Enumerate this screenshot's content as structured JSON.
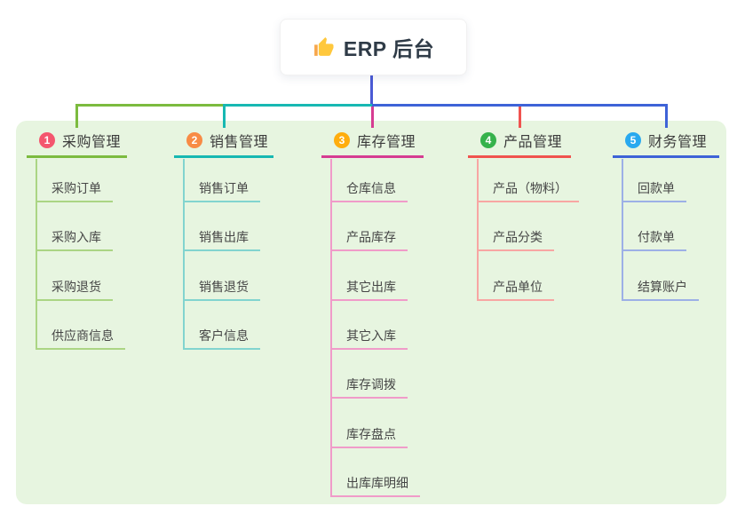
{
  "root": {
    "title": "ERP 后台",
    "icon": "thumbs-up-icon"
  },
  "branches": [
    {
      "badge": "1",
      "label": "采购管理",
      "badge_color": "#F4566E",
      "line_color": "#7CBB3F",
      "light_color": "#ABD584",
      "children": [
        "采购订单",
        "采购入库",
        "采购退货",
        "供应商信息"
      ]
    },
    {
      "badge": "2",
      "label": "销售管理",
      "badge_color": "#F88B45",
      "line_color": "#17B8B2",
      "light_color": "#82D4CF",
      "children": [
        "销售订单",
        "销售出库",
        "销售退货",
        "客户信息"
      ]
    },
    {
      "badge": "3",
      "label": "库存管理",
      "badge_color": "#FFAD0D",
      "line_color": "#D63C92",
      "light_color": "#F09BC9",
      "children": [
        "仓库信息",
        "产品库存",
        "其它出库",
        "其它入库",
        "库存调拨",
        "库存盘点",
        "出库库明细"
      ]
    },
    {
      "badge": "4",
      "label": "产品管理",
      "badge_color": "#35B24B",
      "line_color": "#F0534F",
      "light_color": "#F8A6A3",
      "children": [
        "产品（物料）",
        "产品分类",
        "产品单位"
      ]
    },
    {
      "badge": "5",
      "label": "财务管理",
      "badge_color": "#29A9EF",
      "line_color": "#3E63D7",
      "light_color": "#9DB0E6",
      "children": [
        "回款单",
        "付款单",
        "结算账户"
      ]
    }
  ],
  "colors": {
    "root_connector": "#4A5AD5",
    "panel_bg": "#E7F5E0",
    "card_bg": "#FFFFFF",
    "root_text": "#2F3B47",
    "header_text": "#3B3B3B",
    "child_text": "#464646",
    "badge_number_text": "#FFFFFF"
  }
}
